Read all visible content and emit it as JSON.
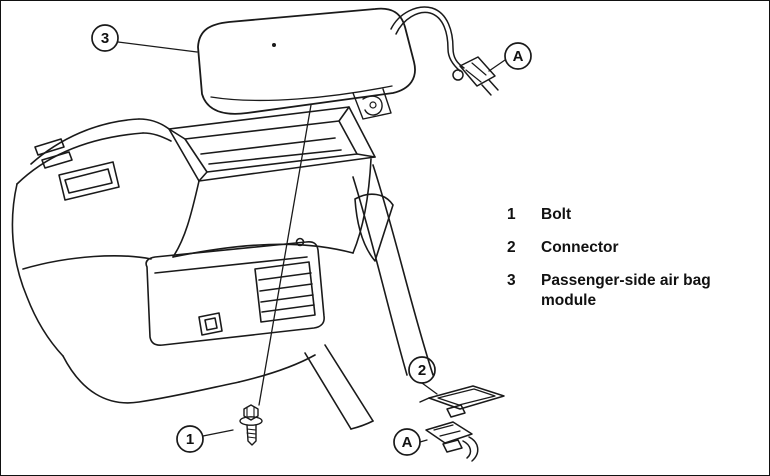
{
  "figure": {
    "background_color": "#ffffff",
    "line_color": "#1a1a1a"
  },
  "callouts": {
    "bolt": "1",
    "connector": "2",
    "module": "3",
    "connector_detail_top": "A",
    "connector_detail_bottom": "A"
  },
  "legend": {
    "items": [
      {
        "key": "1",
        "label": "Bolt"
      },
      {
        "key": "2",
        "label": "Connector"
      },
      {
        "key": "3",
        "label": "Passenger-side air bag module"
      }
    ]
  }
}
